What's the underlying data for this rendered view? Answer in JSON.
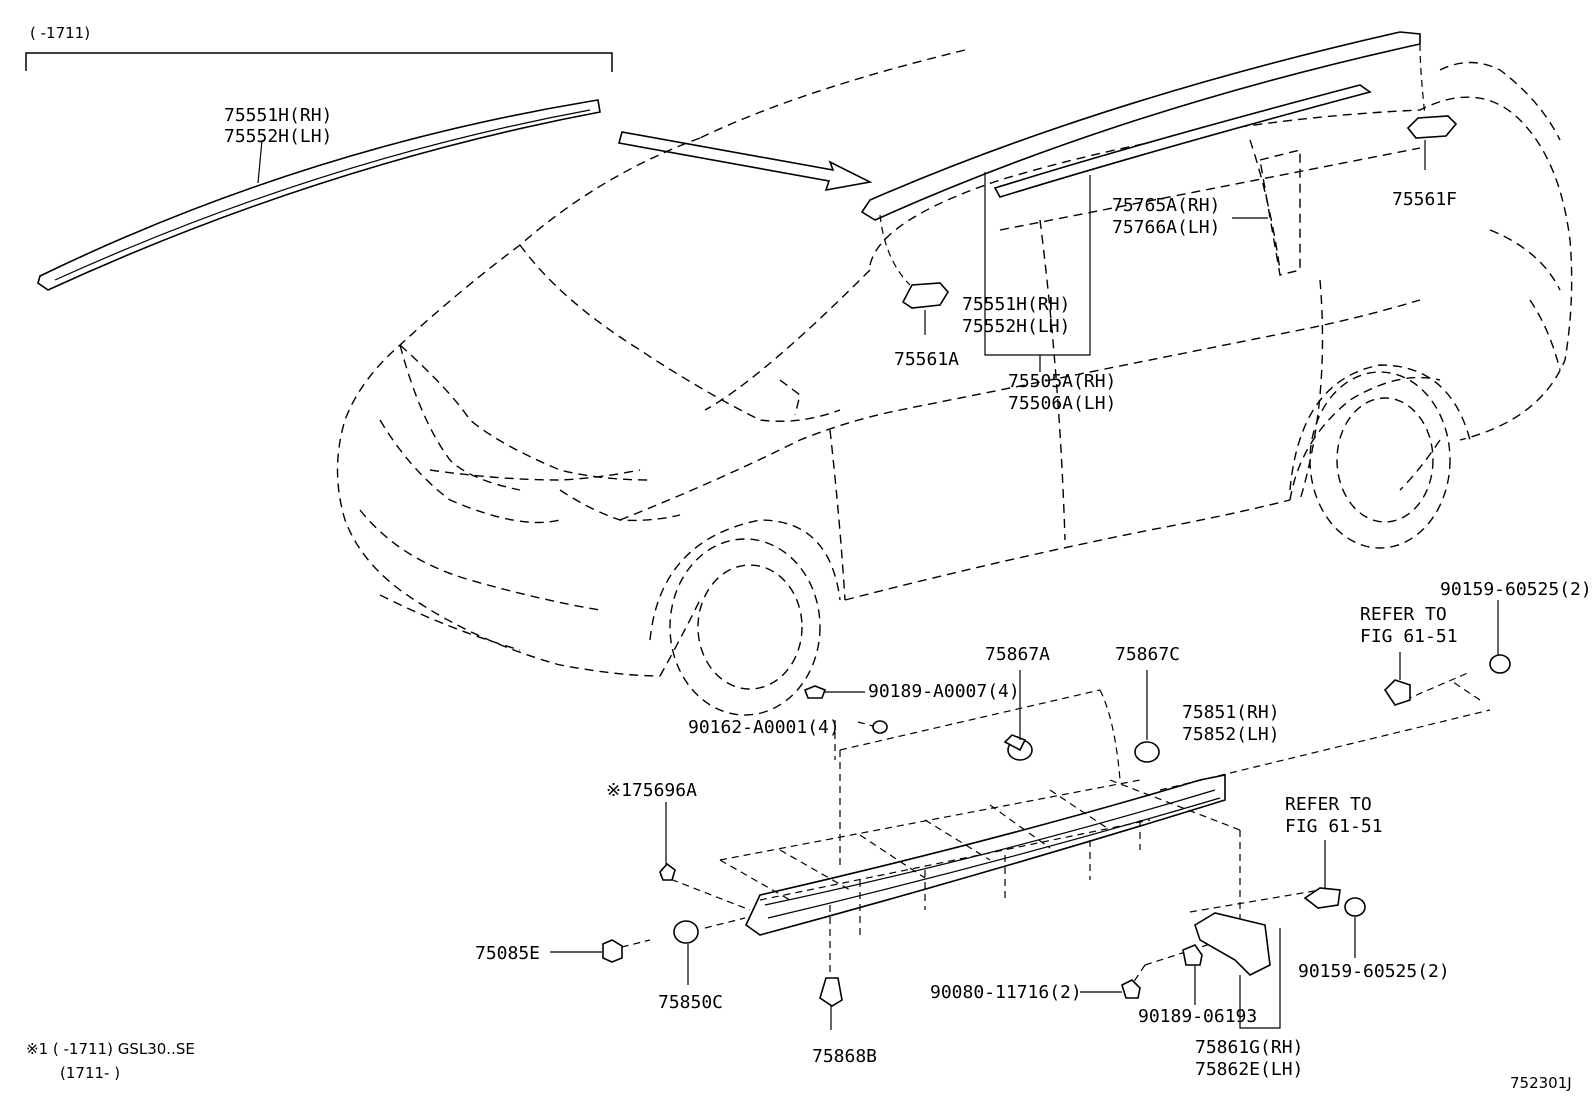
{
  "header": {
    "range_note": "(    -1711)"
  },
  "labels": {
    "a_75551h": "75551H(RH)",
    "a_75552h": "75552H(LH)",
    "b_75551h": "75551H(RH)",
    "b_75552h": "75552H(LH)",
    "l_75765a": "75765A(RH)",
    "l_75766a": "75766A(LH)",
    "l_75561f": "75561F",
    "l_75561a": "75561A",
    "l_75505a": "75505A(RH)",
    "l_75506a": "75506A(LH)",
    "l_90159_a": "90159-60525(2)",
    "l_refer_a1": "REFER TO",
    "l_refer_a2": "FIG 61-51",
    "l_75867a": "75867A",
    "l_75867c": "75867C",
    "l_90189_a0007": "90189-A0007(4)",
    "l_90162": "90162-A0001(4)",
    "l_75851": "75851(RH)",
    "l_75852": "75852(LH)",
    "l_75696a": "※175696A",
    "l_refer_b1": "REFER TO",
    "l_refer_b2": "FIG 61-51",
    "l_75085e": "75085E",
    "l_75850c": "75850C",
    "l_90159_b": "90159-60525(2)",
    "l_90080": "90080-11716(2)",
    "l_90189_06193": "90189-06193",
    "l_75868b": "75868B",
    "l_75861g": "75861G(RH)",
    "l_75862e": "75862E(LH)"
  },
  "footnote": {
    "line1": "※1 (        -1711) GSL30..SE",
    "line2": "(1711-        )"
  },
  "diagram_id": "752301J"
}
